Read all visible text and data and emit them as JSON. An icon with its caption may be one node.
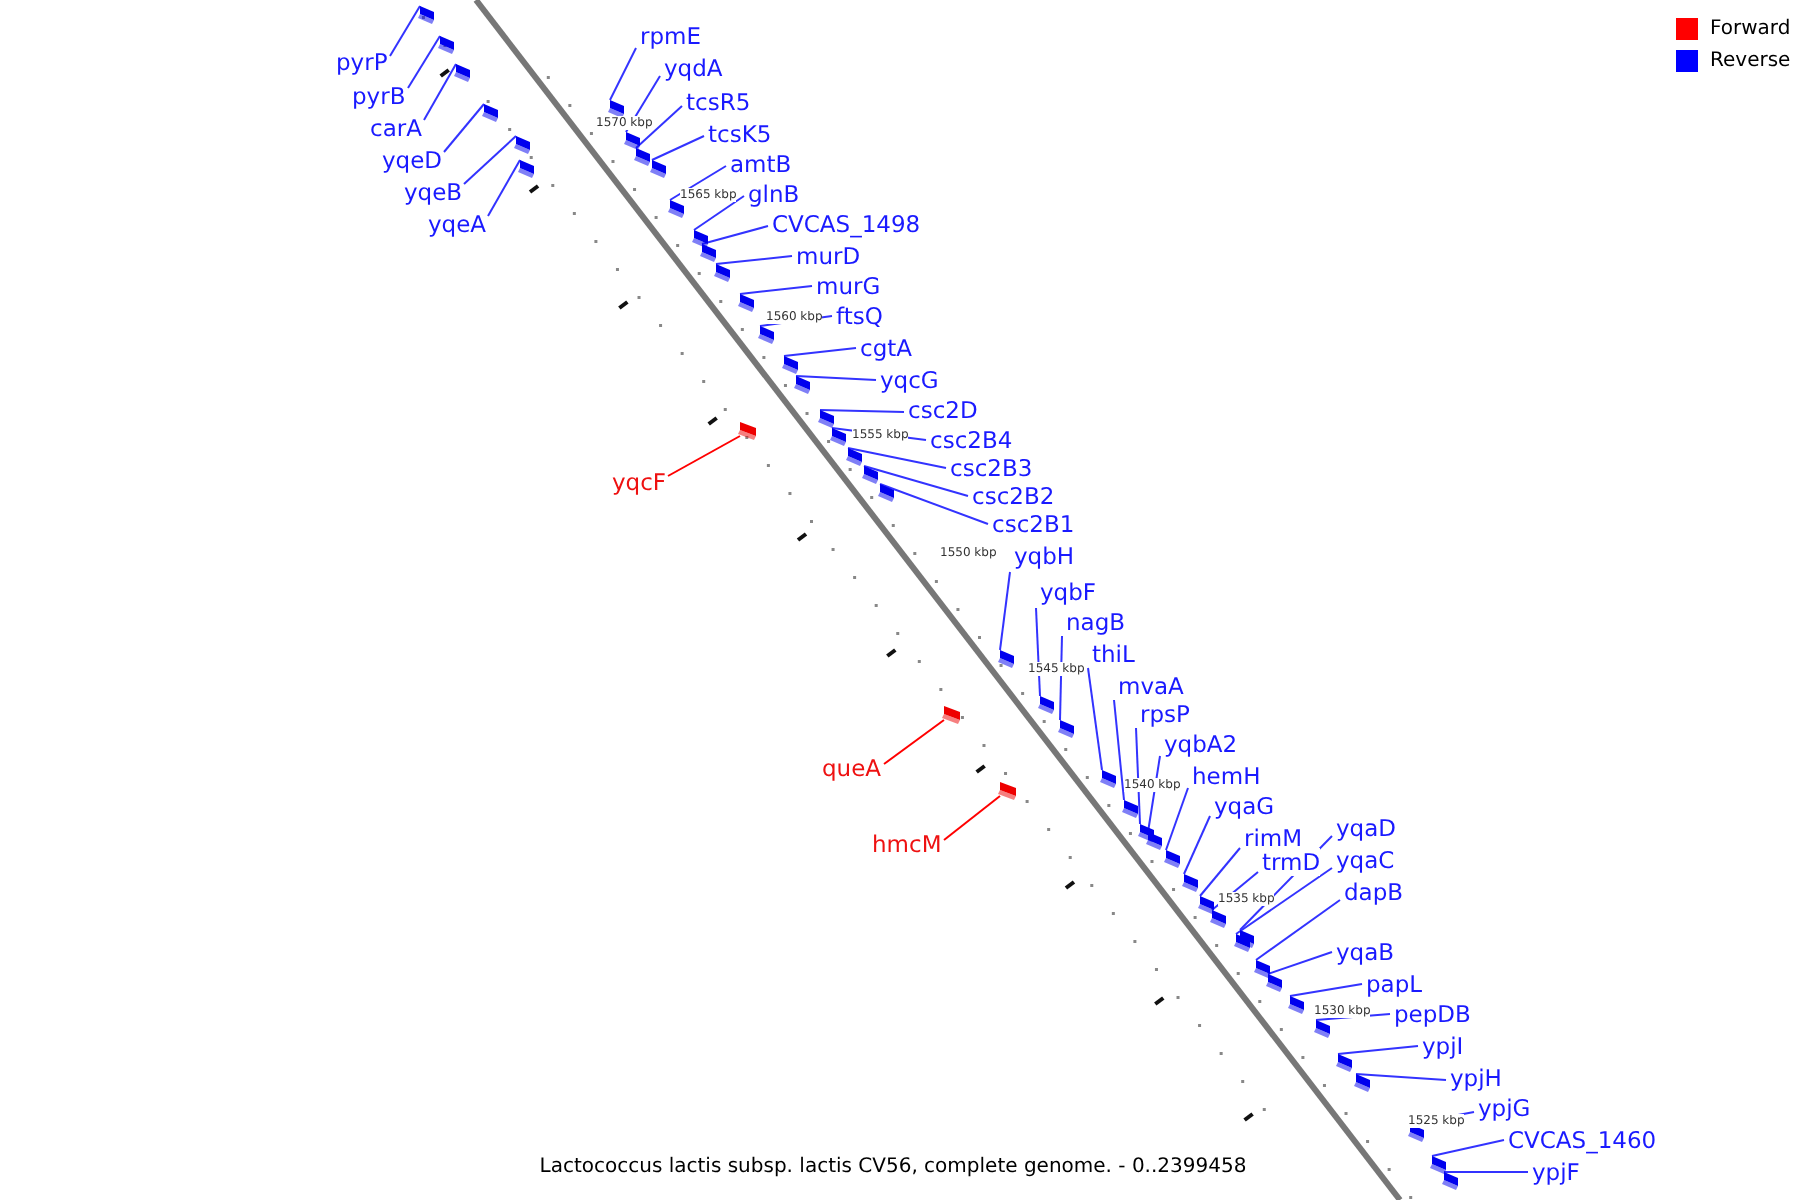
{
  "diagram": {
    "caption": "Lactococcus lactis subsp. lactis CV56, complete genome. - 0..2399458",
    "nodes": [
      {
        "text": [
          "pyrP"
        ]
      },
      {
        "text": [
          "pyrB"
        ]
      },
      {
        "text": [
          "carA"
        ]
      },
      {
        "text": [
          "yqeD"
        ]
      },
      {
        "text": [
          "yqeB"
        ]
      },
      {
        "text": [
          "yqeA"
        ]
      },
      {
        "text": [
          "rpmE"
        ]
      },
      {
        "text": [
          "yqdA"
        ]
      },
      {
        "text": [
          "tcsR5"
        ]
      },
      {
        "text": [
          "tcsK5"
        ]
      },
      {
        "text": [
          "amtB"
        ]
      },
      {
        "text": [
          "glnB"
        ]
      },
      {
        "text": [
          "CVCAS_1498"
        ]
      },
      {
        "text": [
          "murD"
        ]
      },
      {
        "text": [
          "murG"
        ]
      },
      {
        "text": [
          "ftsQ"
        ]
      },
      {
        "text": [
          "cgtA"
        ]
      },
      {
        "text": [
          "yqcG"
        ]
      },
      {
        "text": [
          "csc2D"
        ]
      },
      {
        "text": [
          "csc2B4"
        ]
      },
      {
        "text": [
          "csc2B3"
        ]
      },
      {
        "text": [
          "csc2B2"
        ]
      },
      {
        "text": [
          "csc2B1"
        ]
      },
      {
        "text": [
          "yqbH"
        ]
      },
      {
        "text": [
          "yqbF"
        ]
      },
      {
        "text": [
          "nagB"
        ]
      },
      {
        "text": [
          "thiL"
        ]
      },
      {
        "text": [
          "mvaA"
        ]
      },
      {
        "text": [
          "rpsP"
        ]
      },
      {
        "text": [
          "yqbA2"
        ]
      },
      {
        "text": [
          "hemH"
        ]
      },
      {
        "text": [
          "yqaG"
        ]
      },
      {
        "text": [
          "rimM"
        ]
      },
      {
        "text": [
          "trmD"
        ]
      },
      {
        "text": [
          "yqaD"
        ]
      },
      {
        "text": [
          "yqaC"
        ]
      },
      {
        "text": [
          "dapB"
        ]
      },
      {
        "text": [
          "yqaB"
        ]
      },
      {
        "text": [
          "papL"
        ]
      },
      {
        "text": [
          "pepDB"
        ]
      },
      {
        "text": [
          "ypjI"
        ]
      },
      {
        "text": [
          "ypjH"
        ]
      },
      {
        "text": [
          "ypjG"
        ]
      },
      {
        "text": [
          "CVCAS_1460"
        ]
      },
      {
        "text": [
          "ypjF"
        ]
      },
      {
        "text": [
          "yqcF"
        ]
      },
      {
        "text": [
          "queA"
        ]
      },
      {
        "text": [
          "hmcM"
        ]
      },
      {
        "text": [],
        "shape": "box"
      },
      {
        "text": [],
        "shape": "box"
      },
      {
        "text": [],
        "shape": "box"
      },
      {
        "text": [],
        "shape": "box"
      },
      {
        "text": [],
        "shape": "box"
      },
      {
        "text": [],
        "shape": "box"
      },
      {
        "text": [],
        "shape": "box"
      },
      {
        "text": [],
        "shape": "box"
      },
      {
        "text": [],
        "shape": "box"
      },
      {
        "text": [],
        "shape": "box"
      },
      {
        "text": [],
        "shape": "box"
      },
      {
        "text": [],
        "shape": "box"
      },
      {
        "text": [],
        "shape": "box"
      },
      {
        "text": [],
        "shape": "box"
      },
      {
        "text": [],
        "shape": "box"
      },
      {
        "text": [],
        "shape": "box"
      },
      {
        "text": [],
        "shape": "box"
      },
      {
        "text": [],
        "shape": "box"
      },
      {
        "text": [],
        "shape": "box"
      },
      {
        "text": [],
        "shape": "box"
      },
      {
        "text": [],
        "shape": "box"
      },
      {
        "text": [],
        "shape": "box"
      },
      {
        "text": [],
        "shape": "box"
      },
      {
        "text": [],
        "shape": "box"
      },
      {
        "text": [],
        "shape": "box"
      },
      {
        "text": [],
        "shape": "box"
      },
      {
        "text": [],
        "shape": "box"
      },
      {
        "text": [],
        "shape": "box"
      },
      {
        "text": [],
        "shape": "box"
      },
      {
        "text": [],
        "shape": "box"
      },
      {
        "text": [],
        "shape": "box"
      },
      {
        "text": [],
        "shape": "box"
      },
      {
        "text": [],
        "shape": "box"
      },
      {
        "text": [],
        "shape": "box"
      },
      {
        "text": [],
        "shape": "box"
      },
      {
        "text": [],
        "shape": "box"
      },
      {
        "text": [],
        "shape": "box"
      },
      {
        "text": [],
        "shape": "box"
      },
      {
        "text": [],
        "shape": "box"
      },
      {
        "text": [],
        "shape": "box"
      },
      {
        "text": [],
        "shape": "box"
      },
      {
        "text": [],
        "shape": "box"
      },
      {
        "text": [],
        "shape": "box"
      },
      {
        "text": [],
        "shape": "box"
      },
      {
        "text": [],
        "shape": "box"
      },
      {
        "text": [],
        "shape": "box"
      },
      {
        "text": [],
        "shape": "box"
      },
      {
        "text": [],
        "shape": "box"
      }
    ],
    "edges": [
      {
        "from": 0,
        "to": 48,
        "arrow": "none"
      },
      {
        "from": 1,
        "to": 49,
        "arrow": "none"
      },
      {
        "from": 2,
        "to": 50,
        "arrow": "none"
      },
      {
        "from": 3,
        "to": 51,
        "arrow": "none"
      },
      {
        "from": 4,
        "to": 52,
        "arrow": "none"
      },
      {
        "from": 5,
        "to": 53,
        "arrow": "none"
      },
      {
        "from": 6,
        "to": 54,
        "arrow": "none"
      },
      {
        "from": 7,
        "to": 55,
        "arrow": "none"
      },
      {
        "from": 8,
        "to": 56,
        "arrow": "none"
      },
      {
        "from": 9,
        "to": 57,
        "arrow": "none"
      },
      {
        "from": 10,
        "to": 58,
        "arrow": "none"
      },
      {
        "from": 11,
        "to": 59,
        "arrow": "none"
      },
      {
        "from": 12,
        "to": 60,
        "arrow": "none"
      },
      {
        "from": 13,
        "to": 61,
        "arrow": "none"
      },
      {
        "from": 14,
        "to": 62,
        "arrow": "none"
      },
      {
        "from": 15,
        "to": 63,
        "arrow": "none"
      },
      {
        "from": 16,
        "to": 64,
        "arrow": "none"
      },
      {
        "from": 17,
        "to": 65,
        "arrow": "none"
      },
      {
        "from": 18,
        "to": 66,
        "arrow": "none"
      },
      {
        "from": 19,
        "to": 67,
        "arrow": "none"
      },
      {
        "from": 20,
        "to": 68,
        "arrow": "none"
      },
      {
        "from": 21,
        "to": 69,
        "arrow": "none"
      },
      {
        "from": 22,
        "to": 70,
        "arrow": "none"
      },
      {
        "from": 23,
        "to": 71,
        "arrow": "none"
      },
      {
        "from": 24,
        "to": 72,
        "arrow": "none"
      },
      {
        "from": 25,
        "to": 73,
        "arrow": "none"
      },
      {
        "from": 26,
        "to": 74,
        "arrow": "none"
      },
      {
        "from": 27,
        "to": 75,
        "arrow": "none"
      },
      {
        "from": 28,
        "to": 76,
        "arrow": "none"
      },
      {
        "from": 29,
        "to": 77,
        "arrow": "none"
      },
      {
        "from": 30,
        "to": 78,
        "arrow": "none"
      },
      {
        "from": 31,
        "to": 79,
        "arrow": "none"
      },
      {
        "from": 32,
        "to": 80,
        "arrow": "none"
      },
      {
        "from": 33,
        "to": 81,
        "arrow": "none"
      },
      {
        "from": 34,
        "to": 82,
        "arrow": "none"
      },
      {
        "from": 35,
        "to": 83,
        "arrow": "none"
      },
      {
        "from": 36,
        "to": 84,
        "arrow": "none"
      },
      {
        "from": 37,
        "to": 85,
        "arrow": "none"
      },
      {
        "from": 38,
        "to": 86,
        "arrow": "none"
      },
      {
        "from": 39,
        "to": 87,
        "arrow": "none"
      },
      {
        "from": 40,
        "to": 88,
        "arrow": "none"
      },
      {
        "from": 41,
        "to": 89,
        "arrow": "none"
      },
      {
        "from": 42,
        "to": 90,
        "arrow": "none"
      },
      {
        "from": 43,
        "to": 91,
        "arrow": "none"
      },
      {
        "from": 44,
        "to": 92,
        "arrow": "none"
      },
      {
        "from": 45,
        "to": 93,
        "arrow": "none",
        "color": "#ff0000"
      },
      {
        "from": 46,
        "to": 94,
        "arrow": "none",
        "color": "#ff0000"
      },
      {
        "from": 47,
        "to": 95,
        "arrow": "none",
        "color": "#ff0000"
      }
    ],
    "labels": [
      "1570 kbp",
      "1565 kbp",
      "1560 kbp",
      "1555 kbp",
      "1550 kbp",
      "1545 kbp",
      "1540 kbp",
      "1535 kbp",
      "1530 kbp",
      "1525 kbp"
    ],
    "legend": [
      {
        "text": "Forward",
        "color": "#ff0000"
      },
      {
        "text": "Reverse",
        "color": "#0000ff"
      }
    ]
  }
}
